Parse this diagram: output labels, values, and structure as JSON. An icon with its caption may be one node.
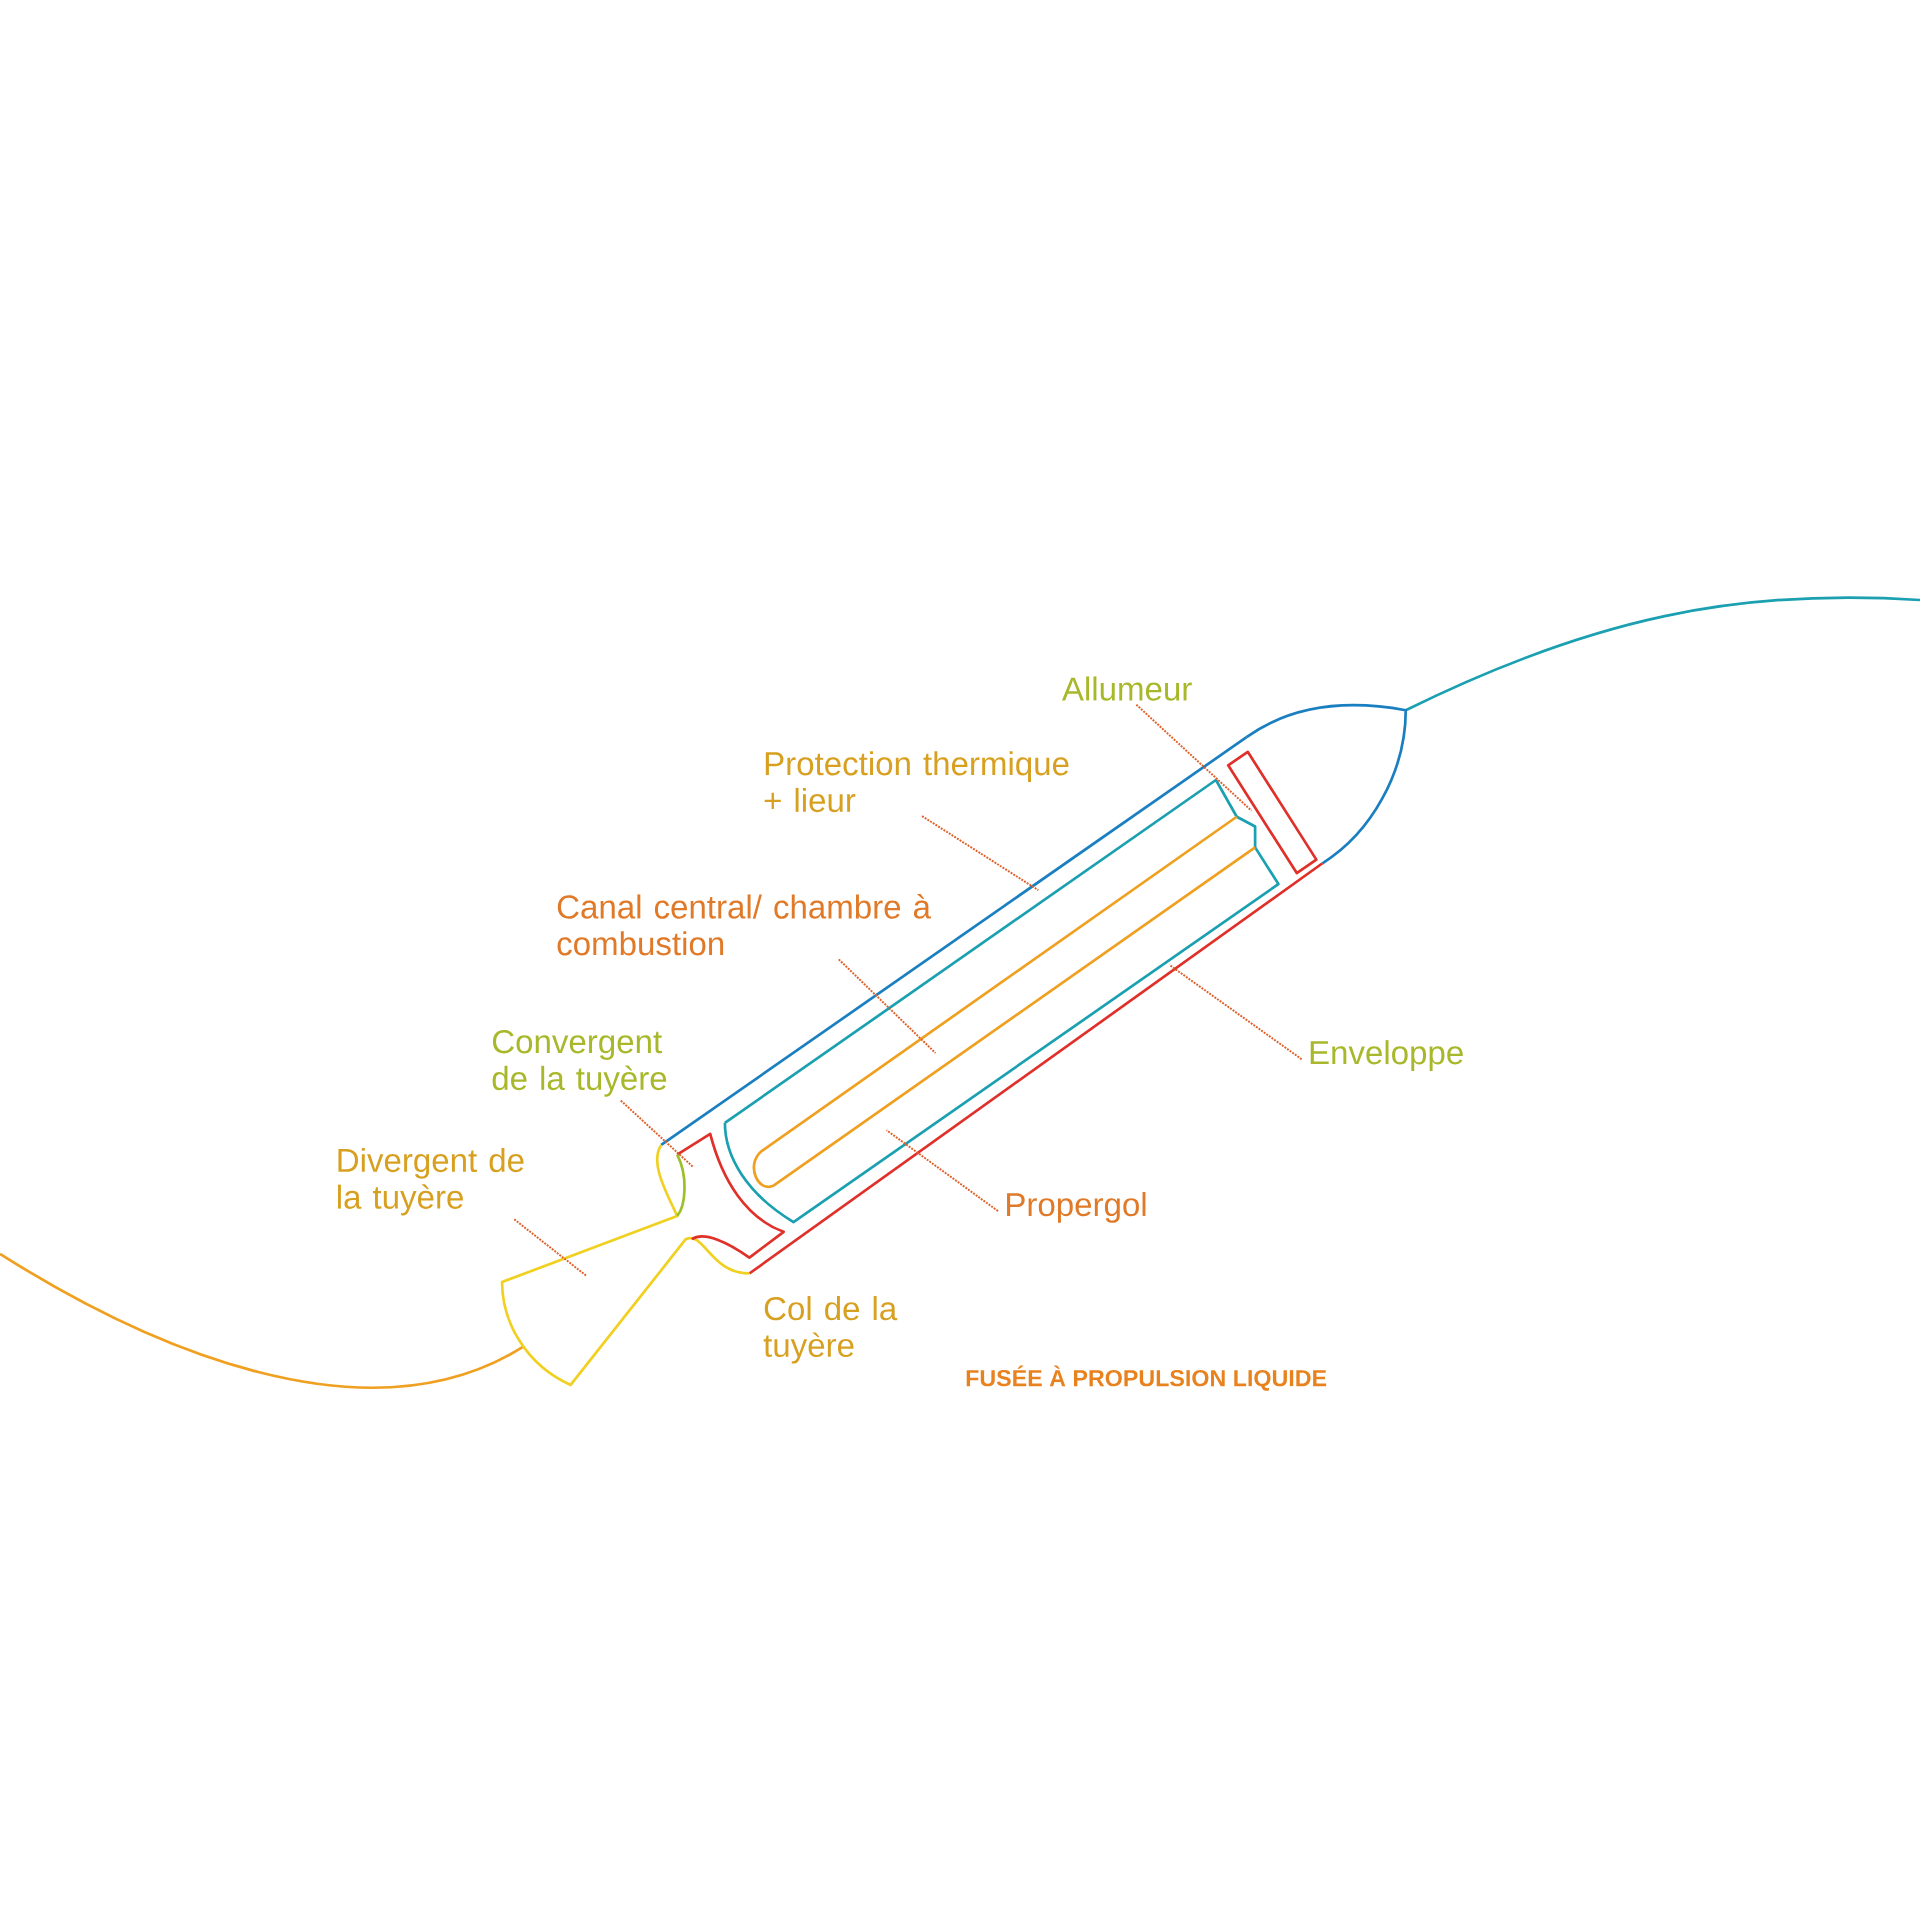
{
  "diagram": {
    "title": "FUSÉE À PROPULSION LIQUIDE",
    "nodes": [
      {
        "text": [
          "Allumeur"
        ]
      },
      {
        "text": [
          "Protection thermique + lieur"
        ]
      },
      {
        "text": [
          "Canal central/ chambre à combustion"
        ]
      },
      {
        "text": [
          "Convergent de la tuyère"
        ]
      },
      {
        "text": [
          "Divergent de la tuyère"
        ]
      },
      {
        "text": [
          "Enveloppe"
        ]
      },
      {
        "text": [
          "Propergol"
        ]
      }
    ],
    "edges": [
      {
        "from": 0,
        "to": null,
        "arrow": "none"
      },
      {
        "from": 1,
        "to": null,
        "arrow": "none"
      },
      {
        "from": 2,
        "to": null,
        "arrow": "none"
      },
      {
        "from": 3,
        "to": null,
        "arrow": "none"
      },
      {
        "from": 4,
        "to": null,
        "arrow": "none"
      },
      {
        "from": 5,
        "to": null,
        "arrow": "none"
      },
      {
        "from": 6,
        "to": null,
        "arrow": "none"
      }
    ],
    "labels": [
      "Col de la tuyère"
    ]
  }
}
